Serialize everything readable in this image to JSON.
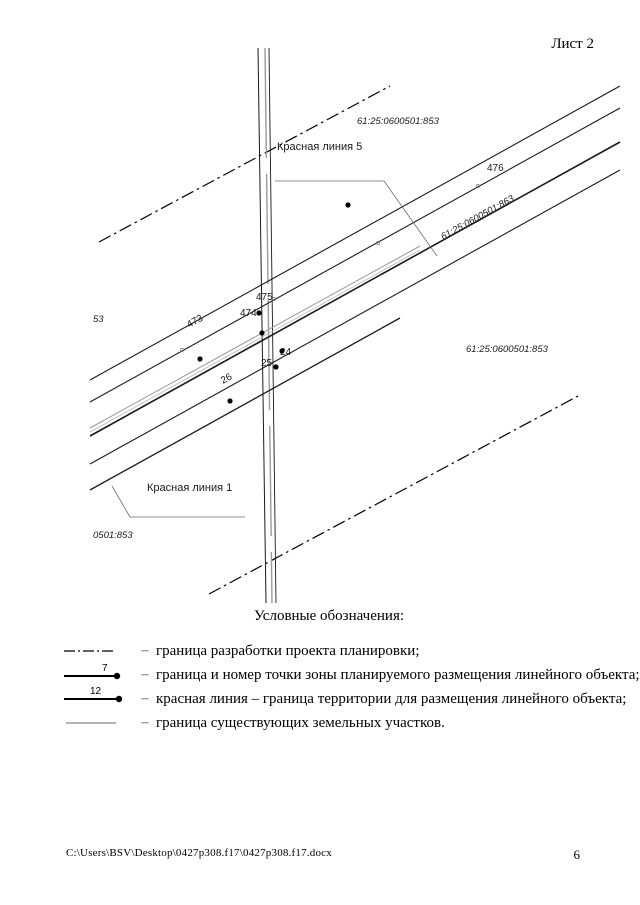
{
  "header": {
    "sheet_label": "Лист 2"
  },
  "map": {
    "callouts": [
      {
        "id": "red-line-5",
        "text": "Красная линия 5"
      },
      {
        "id": "red-line-1",
        "text": "Красная линия 1"
      }
    ],
    "cadastral_labels": [
      {
        "id": "cad-top",
        "text": "61:25:0600501:853"
      },
      {
        "id": "cad-diagonal",
        "text": "61:25:0600501:863"
      },
      {
        "id": "cad-right",
        "text": "61:25:0600501:853"
      },
      {
        "id": "cad-left-short",
        "text": "53"
      },
      {
        "id": "cad-bottom-left",
        "text": "0501:853"
      }
    ],
    "point_labels": [
      {
        "id": "pt-473",
        "text": "473"
      },
      {
        "id": "pt-474",
        "text": "474"
      },
      {
        "id": "pt-475",
        "text": "475"
      },
      {
        "id": "pt-476",
        "text": "476"
      },
      {
        "id": "pt-24",
        "text": "24"
      },
      {
        "id": "pt-25",
        "text": "25"
      },
      {
        "id": "pt-26",
        "text": "26"
      }
    ]
  },
  "legend": {
    "title": "Условные обозначения:",
    "dash": "–",
    "rows": [
      {
        "sample": "dash-dot-line",
        "text": "граница разработки проекта планировки;"
      },
      {
        "sample": "solid-line-with-point",
        "point_number": "7",
        "text": "граница и номер точки зоны планируемого размещения линейного объекта;"
      },
      {
        "sample": "red-line-with-point",
        "point_number": "12",
        "text": "красная линия – граница территории для размещения линейного объекта;"
      },
      {
        "sample": "grey-solid-line",
        "text": "граница существующих земельных участков."
      }
    ]
  },
  "footer": {
    "file_path": "C:\\Users\\BSV\\Desktop\\0427p308.f17\\0427p308.f17.docx",
    "page_number": "6"
  },
  "colors": {
    "ink": "#000000",
    "grey_line": "#9a9a9a",
    "callout_leader": "#6b6b6b"
  }
}
